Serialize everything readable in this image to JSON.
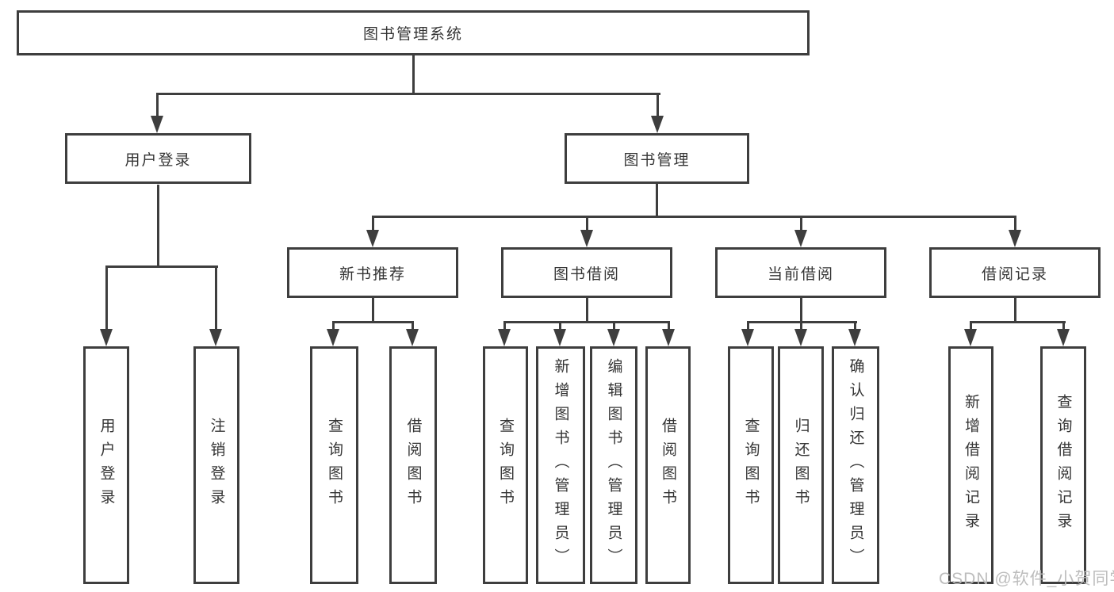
{
  "watermark": "CSDN @软件_小贺同学",
  "nodes": {
    "root": "图书管理系统",
    "user_login": "用户登录",
    "book_mgmt": "图书管理",
    "ul_login": "用户登录",
    "ul_logout": "注销登录",
    "rec": "新书推荐",
    "borrow": "图书借阅",
    "current": "当前借阅",
    "records": "借阅记录",
    "rec_query": "查询图书",
    "rec_borrow": "借阅图书",
    "bor_query": "查询图书",
    "bor_add": "新增图书（管理员）",
    "bor_edit": "编辑图书（管理员）",
    "bor_borrow": "借阅图书",
    "cur_query": "查询图书",
    "cur_return": "归还图书",
    "cur_confirm": "确认归还（管理员）",
    "rc_add": "新增借阅记录",
    "rc_query": "查询借阅记录"
  }
}
